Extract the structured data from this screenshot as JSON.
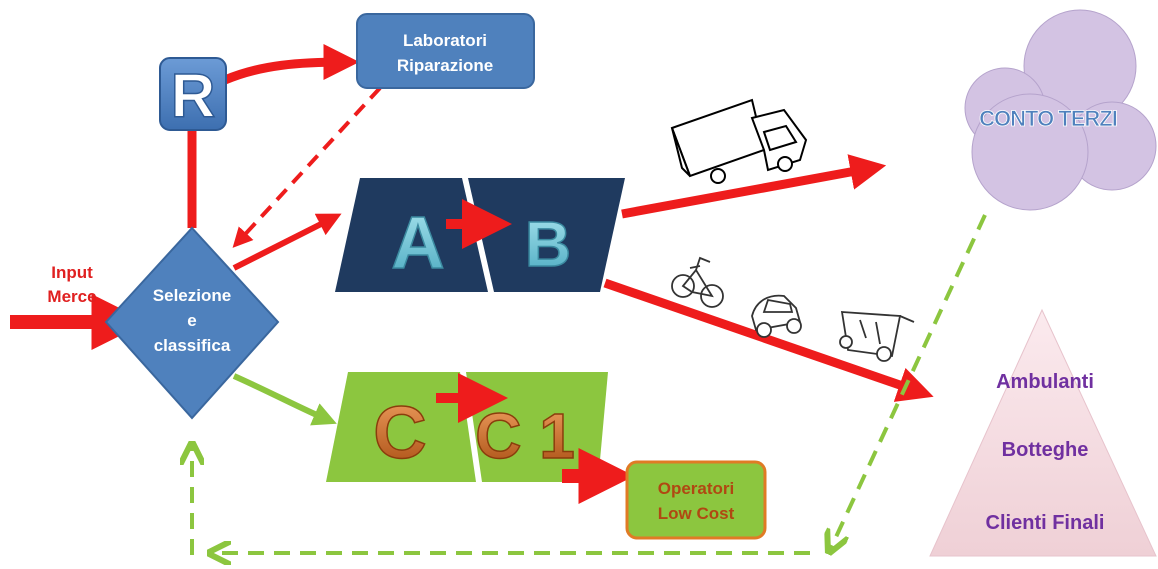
{
  "input": {
    "line1": "Input",
    "line2": "Merce"
  },
  "selection": {
    "line1": "Selezione",
    "line2": "e",
    "line3": "classifica"
  },
  "repair": {
    "badge": "R",
    "line1": "Laboratori",
    "line2": "Riparazione"
  },
  "ab": {
    "left": "A",
    "right": "B"
  },
  "cc": {
    "left": "C",
    "right": "C 1"
  },
  "low_cost": {
    "line1": "Operatori",
    "line2": "Low Cost"
  },
  "conto_terzi": {
    "label": "CONTO TERZI"
  },
  "pyramid": {
    "level1": "Ambulanti",
    "level2": "Botteghe",
    "level3": "Clienti Finali"
  },
  "colors": {
    "red": "#ee1c1c",
    "blue": "#4f81bd",
    "navy": "#1f3a5f",
    "green": "#8cc63f",
    "lilac": "#d3c3e3",
    "pink": "#f6dfe3",
    "purple": "#7030a0",
    "teal": "#6fc6d6",
    "orange": "#c8641e"
  },
  "icons": [
    "truck-icon",
    "bicycle-icon",
    "car-icon",
    "cart-icon"
  ]
}
